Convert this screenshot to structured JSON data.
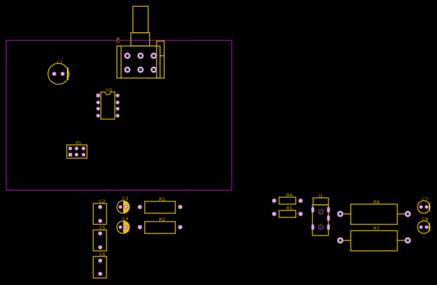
{
  "colors": {
    "background": "#000000",
    "silkscreen": "#d8b400",
    "board_edge": "#a010a0",
    "pad": "#c9b6d2"
  },
  "components": {
    "R3": "R3",
    "C1": "C1",
    "U1": "U1",
    "P1": "P1",
    "C2": "C2",
    "C3": "C3",
    "C4": "C4",
    "C5": "C5",
    "C6": "C6",
    "R1": "R1",
    "R2": "R2",
    "R4": "R4",
    "R5": "R5",
    "J1": "J1",
    "R6": "R6",
    "R7": "R7",
    "C7": "C7",
    "C8": "C8"
  }
}
